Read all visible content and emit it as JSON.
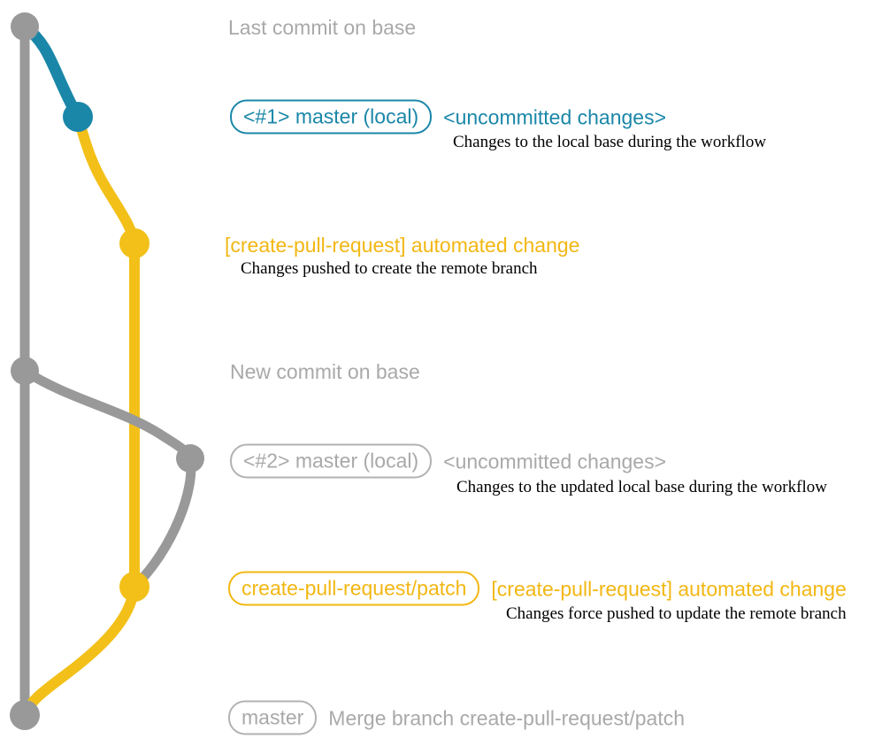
{
  "colors": {
    "gray": "#999999",
    "teal": "#1b87a8",
    "yellow": "#f2c018",
    "gray_text": "#a9a9a9",
    "gray_border": "#b2b2b2",
    "teal_text": "#1b87a8",
    "yellow_text": "#f2b713",
    "desc_text": "#000000"
  },
  "annotations": {
    "last_commit": {
      "label": "Last commit on base"
    },
    "uncommitted_1": {
      "badge": "<#1> master (local)",
      "title": "<uncommitted changes>",
      "desc": "Changes to the local base during the workflow"
    },
    "automated_change_1": {
      "title": "[create-pull-request] automated change",
      "desc": "Changes pushed to create the remote branch"
    },
    "new_commit": {
      "label": "New commit on base"
    },
    "uncommitted_2": {
      "badge": "<#2> master (local)",
      "title": "<uncommitted changes>",
      "desc": "Changes to the updated local base during the workflow"
    },
    "automated_change_2": {
      "badge": "create-pull-request/patch",
      "title": "[create-pull-request] automated change",
      "desc": "Changes force pushed to update the remote branch"
    },
    "merge": {
      "badge": "master",
      "label": "Merge branch create-pull-request/patch"
    }
  }
}
